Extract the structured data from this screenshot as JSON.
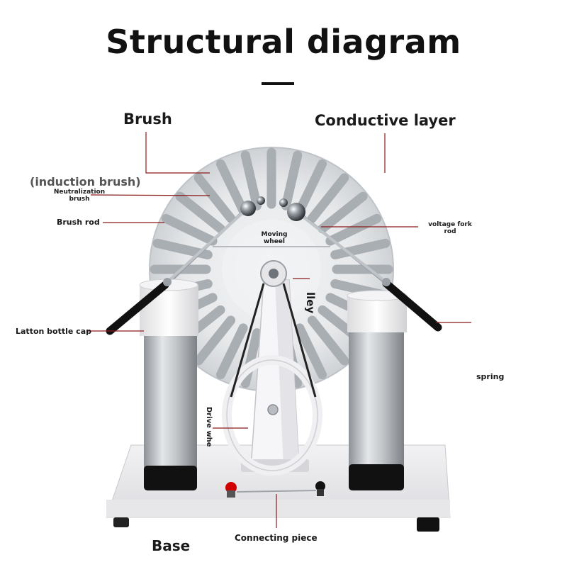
{
  "title": "Structural diagram",
  "labels": {
    "brush": "Brush",
    "conductive_layer": "Conductive layer",
    "induction_brush": "(induction brush)",
    "neutralization_brush_line1": "Neutralization",
    "neutralization_brush_line2": "brush",
    "brush_rod": "Brush rod",
    "moving_wheel_line1": "Moving",
    "moving_wheel_line2": "wheel",
    "voltage_fork_rod_line1": "voltage fork",
    "voltage_fork_rod_line2": "rod",
    "pulley": "lley",
    "latton_bottle_cap": "Latton bottle cap",
    "spring": "spring",
    "drive_wheel": "Drive whe",
    "connecting_piece": "Connecting piece",
    "base": "Base"
  },
  "colors": {
    "label_text": "#1a1a1a",
    "leader_line": "#8b1a1a",
    "disc_foil": "#a9aeb3",
    "cylinder": "#c9ccd0",
    "base_plate": "#eeeef0",
    "handle": "#111111",
    "red_terminal": "#d00000"
  }
}
